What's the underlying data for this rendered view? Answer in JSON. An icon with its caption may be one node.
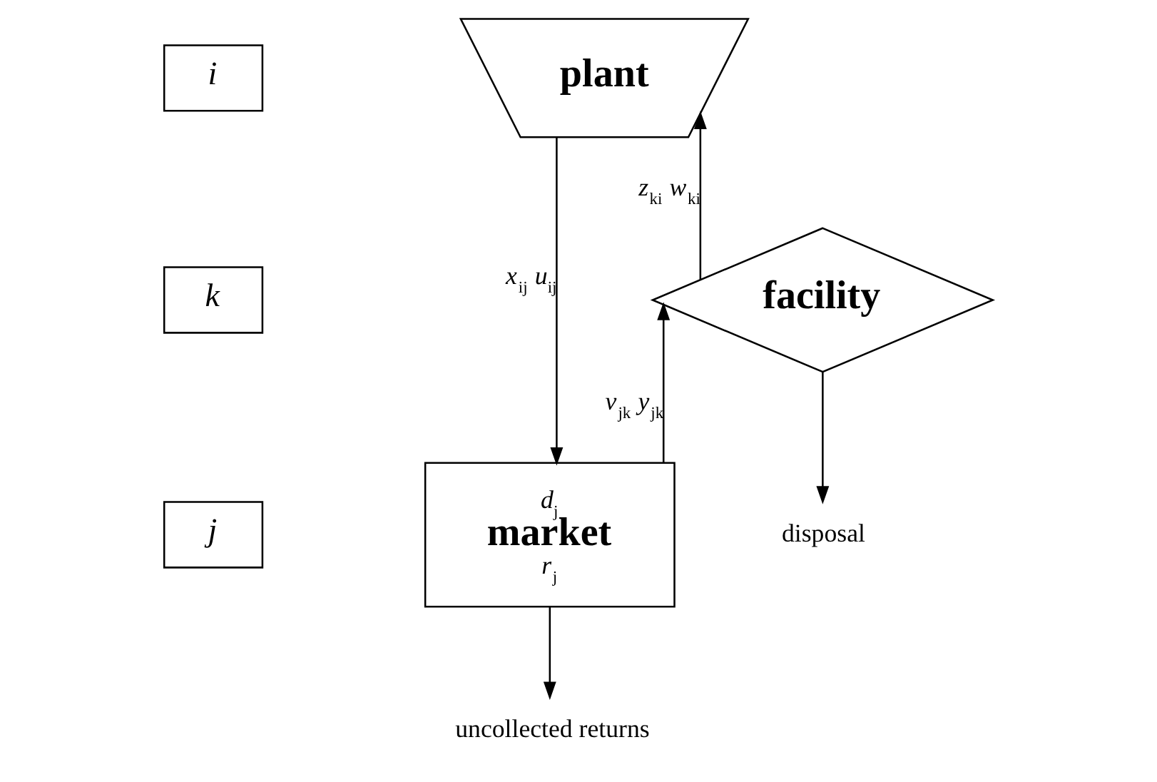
{
  "diagram": {
    "nodes": [
      {
        "text": [
          "i"
        ]
      },
      {
        "text": [
          "plant"
        ]
      },
      {
        "text": [
          "k"
        ]
      },
      {
        "text": [
          "facility"
        ]
      },
      {
        "text": [
          "disposal"
        ]
      },
      {
        "text": [
          "j"
        ]
      },
      {
        "text": [
          "*d*$_{j}$",
          "market",
          "*r*$_{j}$"
        ]
      },
      {
        "text": [
          "uncollected returns"
        ]
      }
    ],
    "edges": [
      {
        "from": 1,
        "to": 6,
        "arrow": "to",
        "label": "*x*$_{ij}$ *u*$_{ij}$"
      },
      {
        "from": 6,
        "to": 3,
        "arrow": "to",
        "label": "*v*$_{jk}$ *y*$_{jk}$"
      },
      {
        "from": 3,
        "to": 1,
        "arrow": "to",
        "label": "*z*$_{ki}$ *w*$_{ki}$"
      },
      {
        "from": 3,
        "to": 4,
        "arrow": "to"
      },
      {
        "from": 6,
        "to": 7,
        "arrow": "to"
      }
    ]
  }
}
